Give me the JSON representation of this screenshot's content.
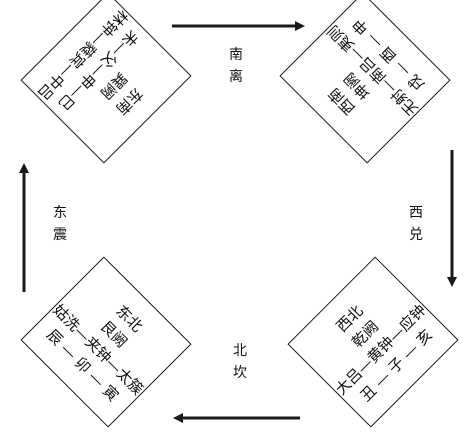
{
  "boxes": {
    "top_left": {
      "lines": [
        "东南",
        "巽阙",
        "未—父—申—巳",
        "林钟—蕤宾—中吕"
      ]
    },
    "top_right": {
      "lines": [
        "西南",
        "坤阙",
        "无射—南吕—夷则",
        "戌 — 酉 — 申"
      ]
    },
    "bottom_left": {
      "lines": [
        "东北",
        "艮阙",
        "姑洗—夹钟—太簇",
        "辰 — 卯 — 寅"
      ]
    },
    "bottom_right": {
      "lines": [
        "西北",
        "乾阙",
        "大吕—黄钟—应钟",
        "丑 — 子 — 亥"
      ]
    }
  },
  "directions": {
    "top": [
      "南",
      "离"
    ],
    "right": [
      "西",
      "兑"
    ],
    "bottom": [
      "北",
      "坎"
    ],
    "left": [
      "东",
      "震"
    ]
  },
  "colors": {
    "ink": "#1a1a1a"
  }
}
